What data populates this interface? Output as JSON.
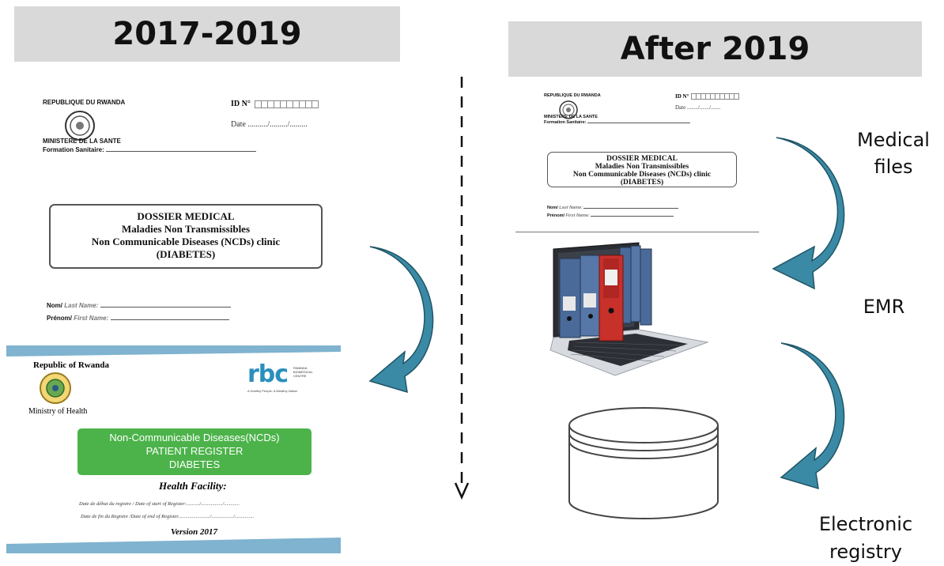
{
  "left": {
    "header": "2017-2019",
    "dossier": {
      "republic": "REPUBLIQUE DU RWANDA",
      "ministry": "MINISTERE DE LA SANTE",
      "facility_label": "Formation Sanitaire:",
      "id_label": "ID N°",
      "date_label": "Date ........../........./.........",
      "box_line1": "DOSSIER MEDICAL",
      "box_line2": "Maladies Non Transmissibles",
      "box_line3": "Non Communicable Diseases (NCDs) clinic",
      "box_line4": "(DIABETES)",
      "nom_label": "Nom/",
      "nom_italic": "Last Name:",
      "prenom_label": "Prénom/",
      "prenom_italic": "First Name:"
    },
    "register": {
      "republic": "Republic of Rwanda",
      "ministry": "Ministry of Health",
      "rbc_logo": "rbc",
      "rbc_caption1": "RWANDA",
      "rbc_caption2": "BIOMEDICAL",
      "rbc_caption3": "CENTRE",
      "rbc_tagline": "A Healthy People. A Wealthy Nation",
      "box_line1": "Non-Communicable Diseases(NCDs)",
      "box_line2": "PATIENT REGISTER",
      "box_line3": "DIABETES",
      "facility": "Health Facility:",
      "start_date": "Date de début du registre / Date of start of Register:........../................./............",
      "end_date": "Date de fin  du Registre /Date of end of Register........................./................./...............",
      "version": "Version 2017"
    }
  },
  "right": {
    "header": "After 2019",
    "dossier": {
      "republic": "REPUBLIQUE DU RWANDA",
      "ministry": "MINISTERE DE LA SANTE",
      "facility_label": "Formation Sanitaire:",
      "id_label": "ID N°",
      "date_label": "Date ......../......./.......",
      "box_line1": "DOSSIER MEDICAL",
      "box_line2": "Maladies Non Transmissibles",
      "box_line3": "Non Communicable Diseases (NCDs) clinic",
      "box_line4": "(DIABETES)",
      "nom_label": "Nom/",
      "nom_italic": "Last Name:",
      "prenom_label": "Prénom/",
      "prenom_italic": "First Name:"
    },
    "labels": {
      "medical_files_1": "Medical",
      "medical_files_2": "files",
      "emr": "EMR",
      "registry_1": "Electronic",
      "registry_2": "registry"
    }
  },
  "colors": {
    "arrow": "#3b8aa5",
    "arrow_dark": "#1f5566",
    "header_bg": "#d9d9d9",
    "register_green": "#4cb34a",
    "register_band": "#7fb3cf",
    "binder_blue": "#4a6a9a",
    "binder_red": "#c8302a"
  }
}
